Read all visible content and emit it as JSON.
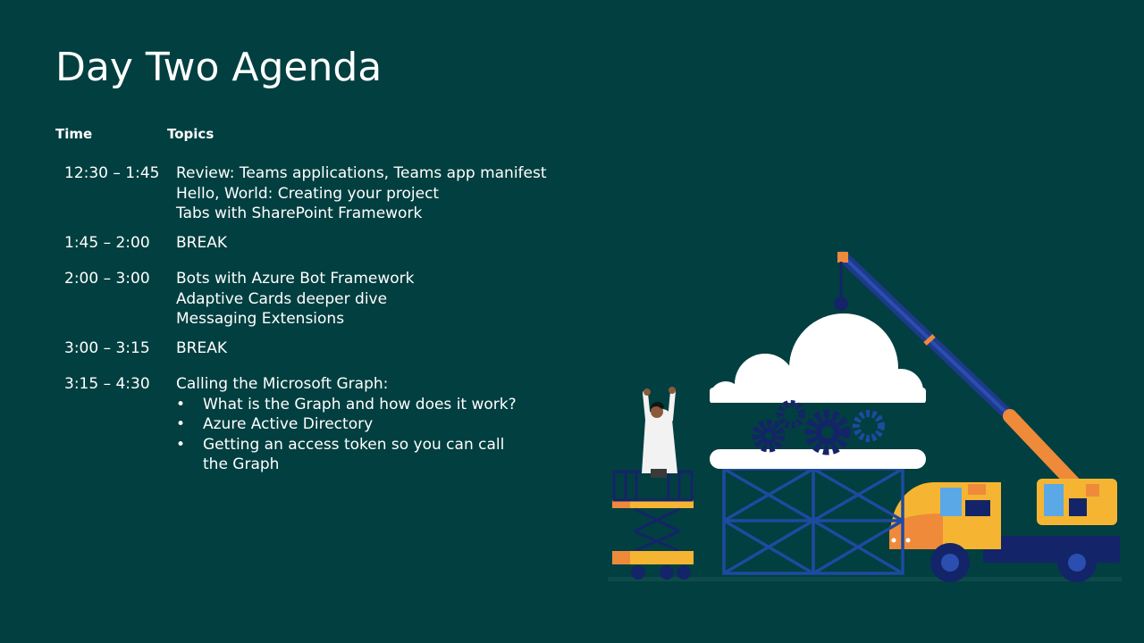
{
  "slide": {
    "title": "Day Two Agenda",
    "headers": {
      "time": "Time",
      "topics": "Topics"
    },
    "agenda": [
      {
        "time": "12:30 – 1:45",
        "topics": [
          "Review: Teams applications, Teams app manifest",
          "Hello, World: Creating your project",
          "Tabs with SharePoint Framework"
        ],
        "bullets": []
      },
      {
        "time": "1:45 – 2:00",
        "topics": [
          "BREAK"
        ],
        "bullets": []
      },
      {
        "time": "2:00 – 3:00",
        "topics": [
          "Bots with Azure Bot Framework",
          "Adaptive Cards deeper dive",
          "Messaging Extensions"
        ],
        "bullets": []
      },
      {
        "time": "3:00 – 3:15",
        "topics": [
          "BREAK"
        ],
        "bullets": []
      },
      {
        "time": "3:15 – 4:30",
        "topics": [
          "Calling the Microsoft Graph:"
        ],
        "bullets": [
          "What is the Graph and how does it work?",
          "Azure Active Directory",
          "Getting an access token so you can call the Graph"
        ]
      }
    ]
  },
  "colors": {
    "background": "#023f40",
    "text": "#ffffff",
    "crane_blue": "#1e3a8a",
    "truck_yellow": "#f5b533",
    "accent_orange": "#ee8a3a",
    "navy": "#142468"
  },
  "illustration": {
    "icons": [
      "cloud-icon",
      "gears-icon",
      "crane-truck-icon",
      "scaffold-icon",
      "scissor-lift-icon",
      "worker-figure-icon"
    ]
  }
}
